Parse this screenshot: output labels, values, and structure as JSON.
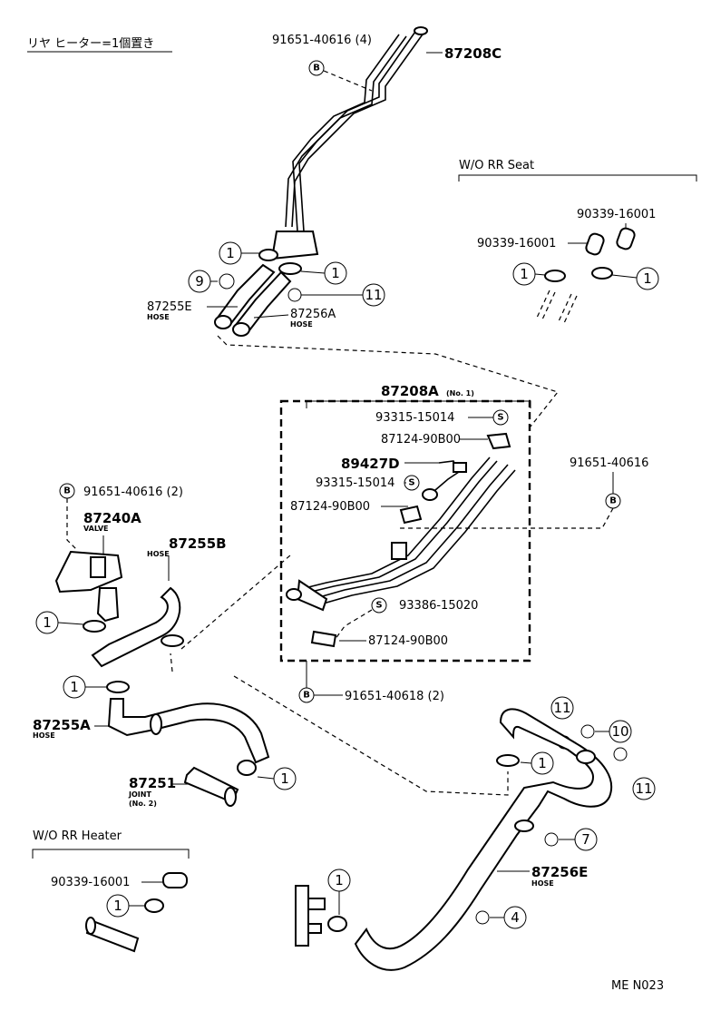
{
  "title": "リヤ ヒーター=1個置き",
  "code": "ME N023",
  "box_label": "87208A",
  "box_label_sub": "(No. 1)",
  "labels": {
    "top_clip": "91651-40616 (4)",
    "pipe_c": "87208C",
    "wo_rr_seat": "W/O RR Seat",
    "plug_a": "90339-16001",
    "plug_b": "90339-16001",
    "hose_e": "87255E",
    "hose_a56": "87256A",
    "hose_word1": "HOSE",
    "hose_word2": "HOSE",
    "s1": "93315-15014",
    "c1": "87124-90B00",
    "sensor": "89427D",
    "s2": "93315-15014",
    "c2": "87124-90B00",
    "right_clip": "91651-40616",
    "left_clip": "91651-40616 (2)",
    "valve": "87240A",
    "valve_word": "VALVE",
    "hose_b": "87255B",
    "hose_b_word": "HOSE",
    "s3": "93386-15020",
    "c3": "87124-90B00",
    "bottom_clip": "91651-40618 (2)",
    "hose_a": "87255A",
    "hose_a_word": "HOSE",
    "joint": "87251",
    "joint_word": "JOINT",
    "joint_no": "(No. 2)",
    "wo_rr_heater": "W/O RR Heater",
    "plug_c": "90339-16001",
    "hose_56e": "87256E",
    "hose_56e_word": "HOSE"
  },
  "callouts": {
    "one": "1",
    "four": "4",
    "seven": "7",
    "nine": "9",
    "ten": "10",
    "eleven": "11",
    "B": "B",
    "S": "S"
  }
}
